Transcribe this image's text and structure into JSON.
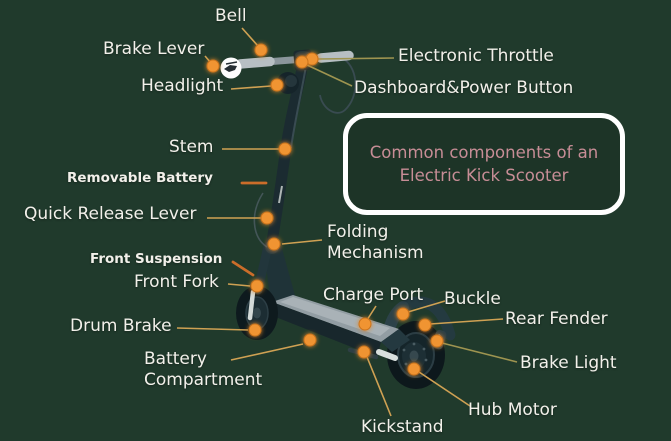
{
  "title_box": {
    "line1": "Common components of an",
    "line2": "Electric Kick Scooter"
  },
  "labels": {
    "bell": "Bell",
    "brake_lever": "Brake Lever",
    "headlight": "Headlight",
    "electronic_throttle": "Electronic Throttle",
    "dashboard_power_button": "Dashboard&Power Button",
    "stem": "Stem",
    "removable_battery": "Removable Battery",
    "quick_release_lever": "Quick Release Lever",
    "folding_mechanism": "Folding Mechanism",
    "front_suspension": "Front Suspension",
    "front_fork": "Front Fork",
    "charge_port": "Charge Port",
    "buckle": "Buckle",
    "rear_fender": "Rear Fender",
    "drum_brake": "Drum Brake",
    "battery_compartment": "Battery Compartment",
    "brake_light": "Brake Light",
    "hub_motor": "Hub Motor",
    "kickstand": "Kickstand"
  },
  "colors": {
    "background": "#203a2c",
    "label_text": "#f2f0ea",
    "title_text": "#c78d96",
    "title_border": "#ffffff",
    "callout_dot": "#f09431",
    "callout_line": "#cfa153",
    "callout_line_alt": "#9e9450",
    "accent_line": "#cb6d2a"
  }
}
